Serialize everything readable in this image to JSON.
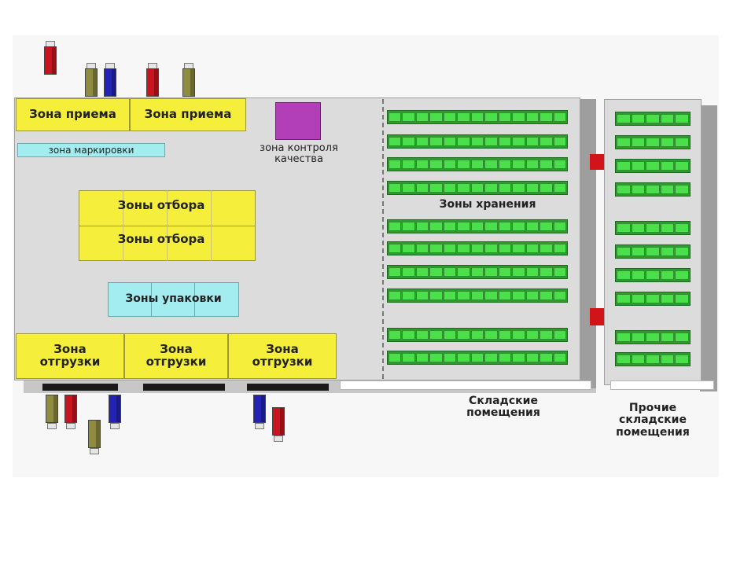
{
  "zones": {
    "reception_left": "Зона приема",
    "reception_right": "Зона приема",
    "marking": "зона маркировки",
    "quality_control": "зона контроля\nкачества",
    "picking_top": "Зоны отбора",
    "picking_bottom": "Зоны отбора",
    "packing": "Зоны упаковки",
    "shipping": [
      "Зона\nотгрузки",
      "Зона\nотгрузки",
      "Зона\nотгрузки"
    ],
    "storage": "Зоны хранения"
  },
  "captions": {
    "warehouse": "Складские\nпомещения",
    "other_warehouse": "Прочие\nскладские\nпомещения"
  },
  "colors": {
    "zone_yellow": "#f5ef3b",
    "zone_cyan": "#a3ecf0",
    "quality_purple": "#b23fb8",
    "rack_green": "#4be04b",
    "truck_red": "#c8141e",
    "truck_olive": "#8f8b3f",
    "truck_blue": "#2323b5",
    "door_red": "#d0141a"
  },
  "trucks_top": [
    {
      "color": "red"
    },
    {
      "color": "olive"
    },
    {
      "color": "blue"
    },
    {
      "color": "red"
    },
    {
      "color": "olive"
    }
  ],
  "trucks_bottom": [
    {
      "color": "olive"
    },
    {
      "color": "red"
    },
    {
      "color": "olive"
    },
    {
      "color": "blue"
    },
    {
      "color": "blue"
    },
    {
      "color": "red"
    }
  ]
}
